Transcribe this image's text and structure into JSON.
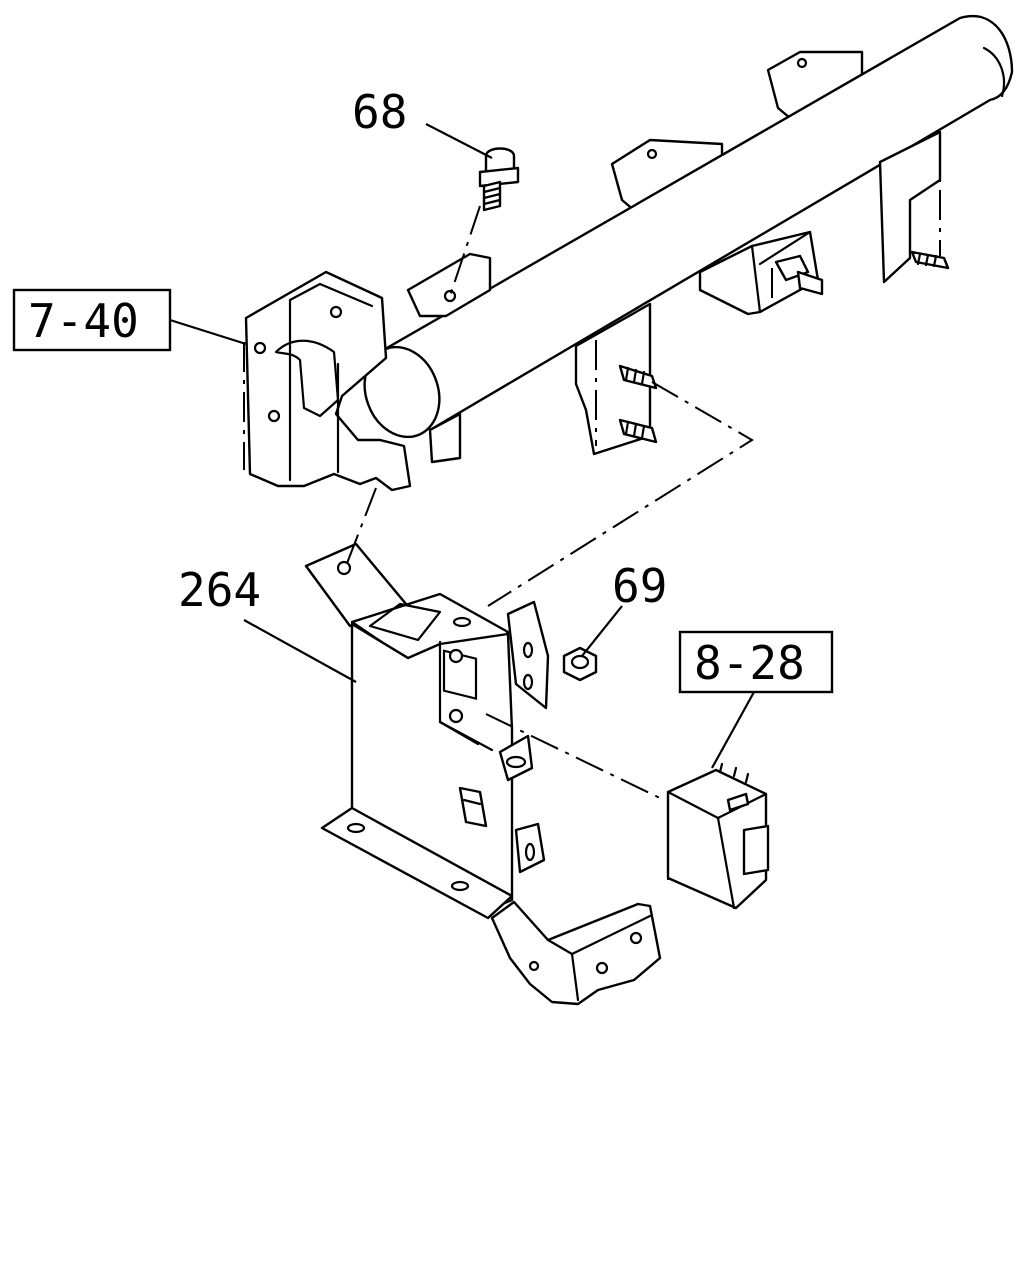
{
  "labels": {
    "bolt": "68",
    "nut": "69",
    "bracket": "264"
  },
  "refs": {
    "upper_mount": "7-40",
    "control_unit": "8-28"
  }
}
